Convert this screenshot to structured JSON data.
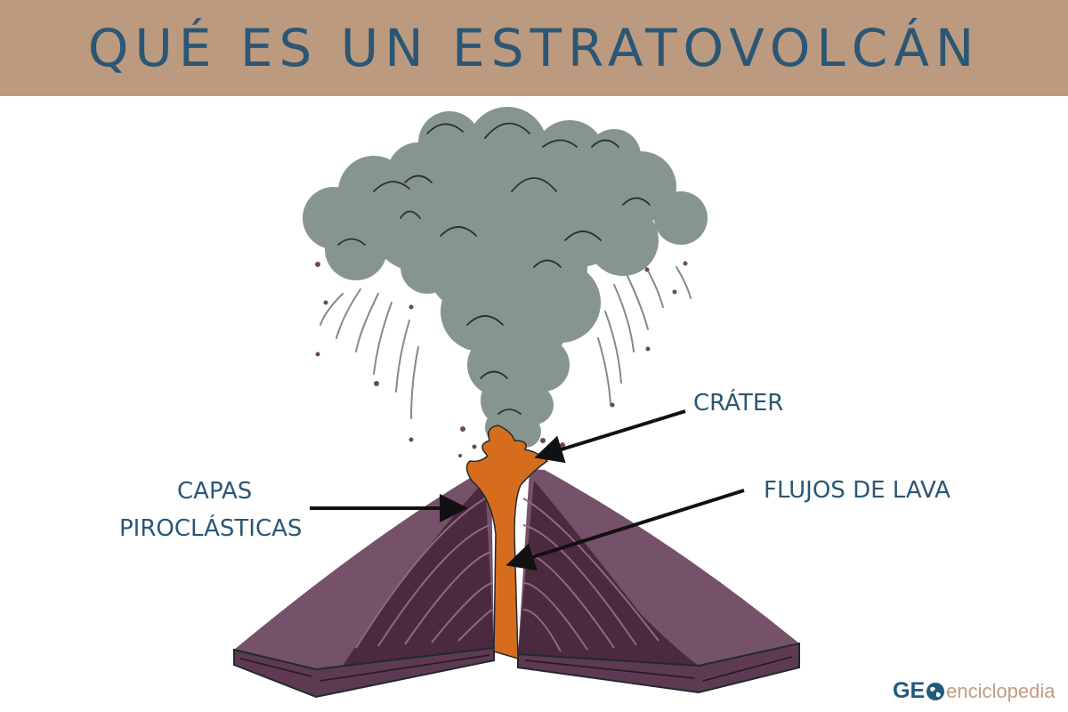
{
  "title": "QUÉ ES UN ESTRATOVOLCÁN",
  "labels": {
    "crater": "CRÁTER",
    "capas_line1": "CAPAS",
    "capas_line2": "PIROCLÁSTICAS",
    "flujos": "FLUJOS DE LAVA"
  },
  "logo": {
    "bold": "GE",
    "rest": "enciclopedia",
    "icon": "globe-icon"
  },
  "colors": {
    "header_bg": "#bc9a7f",
    "title": "#2b5775",
    "cone_outer": "#76516a",
    "cone_inner": "#4b293f",
    "lava": "#d66d1d",
    "ash_cloud": "#879590"
  }
}
